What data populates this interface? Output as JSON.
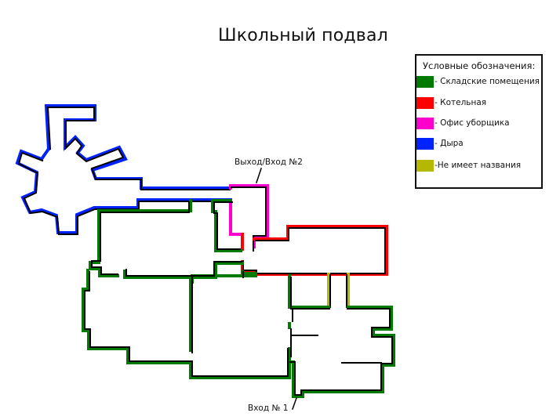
{
  "title": "Школьный подвал",
  "legend": {
    "title": "Условные обозначения:",
    "items": [
      {
        "color": "#007a00",
        "label": "- Складские помещения"
      },
      {
        "color": "#ff0000",
        "label": "- Котельная"
      },
      {
        "color": "#ff00cc",
        "label": "- Офис уборщика"
      },
      {
        "color": "#0022ff",
        "label": "- Дыра"
      },
      {
        "color": "#b5b800",
        "label": "-Не имеет названия"
      }
    ]
  },
  "labels": {
    "exit2": "Выход/Вход №2",
    "exit1": "Вход № 1"
  },
  "colors": {
    "storage": "#007a00",
    "boiler": "#ff0000",
    "janitor": "#ff00cc",
    "hole": "#0022ff",
    "unnamed": "#b5b800",
    "wall": "#000000"
  }
}
